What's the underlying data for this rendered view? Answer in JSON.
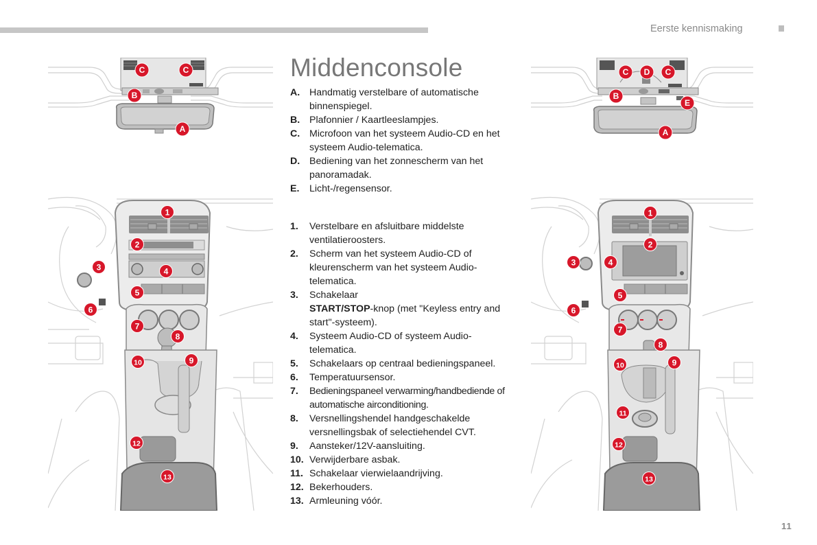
{
  "header": {
    "section_title": "Eerste kennismaking",
    "page_number": "11"
  },
  "page_title": "Middenconsole",
  "legend_letters": [
    {
      "key": "A.",
      "text": "Handmatig verstelbare of automatische binnenspiegel."
    },
    {
      "key": "B.",
      "text": "Plafonnier / Kaartleeslampjes."
    },
    {
      "key": "C.",
      "text": "Microfoon van het systeem Audio-CD en het systeem Audio-telematica."
    },
    {
      "key": "D.",
      "text": "Bediening van het zonnescherm van het panoramadak."
    },
    {
      "key": "E.",
      "text": "Licht-/regensensor."
    }
  ],
  "legend_numbers": [
    {
      "key": "1.",
      "text": "Verstelbare en afsluitbare middelste ventilatieroosters."
    },
    {
      "key": "2.",
      "text": "Scherm van het systeem Audio-CD of kleurenscherm van het systeem Audio-telematica."
    },
    {
      "key": "3.",
      "text_line1": "Schakelaar",
      "bold": "START/STOP",
      "text_rest": "-knop (met \"Keyless entry and start\"-systeem)."
    },
    {
      "key": "4.",
      "text": "Systeem Audio-CD of systeem Audio-telematica."
    },
    {
      "key": "5.",
      "text": "Schakelaars op centraal bedieningspaneel."
    },
    {
      "key": "6.",
      "text": "Temperatuursensor."
    },
    {
      "key": "7.",
      "text": "Bedieningspaneel verwarming/handbediende of automatische airconditioning."
    },
    {
      "key": "8.",
      "text": "Versnellingshendel handgeschakelde versnellingsbak of selectiehendel CVT."
    },
    {
      "key": "9.",
      "text": "Aansteker/12V-aansluiting."
    },
    {
      "key": "10.",
      "text": "Verwijderbare asbak."
    },
    {
      "key": "11.",
      "text": "Schakelaar vierwielaandrijving."
    },
    {
      "key": "12.",
      "text": "Bekerhouders."
    },
    {
      "key": "13.",
      "text": "Armleuning vóór."
    }
  ],
  "figures": {
    "roof_left": {
      "markers": [
        "C",
        "C",
        "B",
        "A"
      ]
    },
    "roof_right": {
      "markers": [
        "C",
        "D",
        "C",
        "B",
        "E",
        "A"
      ]
    },
    "console_left": {
      "markers": [
        "1",
        "2",
        "3",
        "4",
        "5",
        "6",
        "7",
        "8",
        "9",
        "10",
        "12",
        "13"
      ]
    },
    "console_right": {
      "markers": [
        "1",
        "2",
        "3",
        "4",
        "5",
        "6",
        "7",
        "8",
        "9",
        "10",
        "11",
        "12",
        "13"
      ]
    }
  },
  "colors": {
    "marker_red": "#d7172a",
    "header_bar": "#c6c6c6",
    "title_gray": "#777777"
  }
}
